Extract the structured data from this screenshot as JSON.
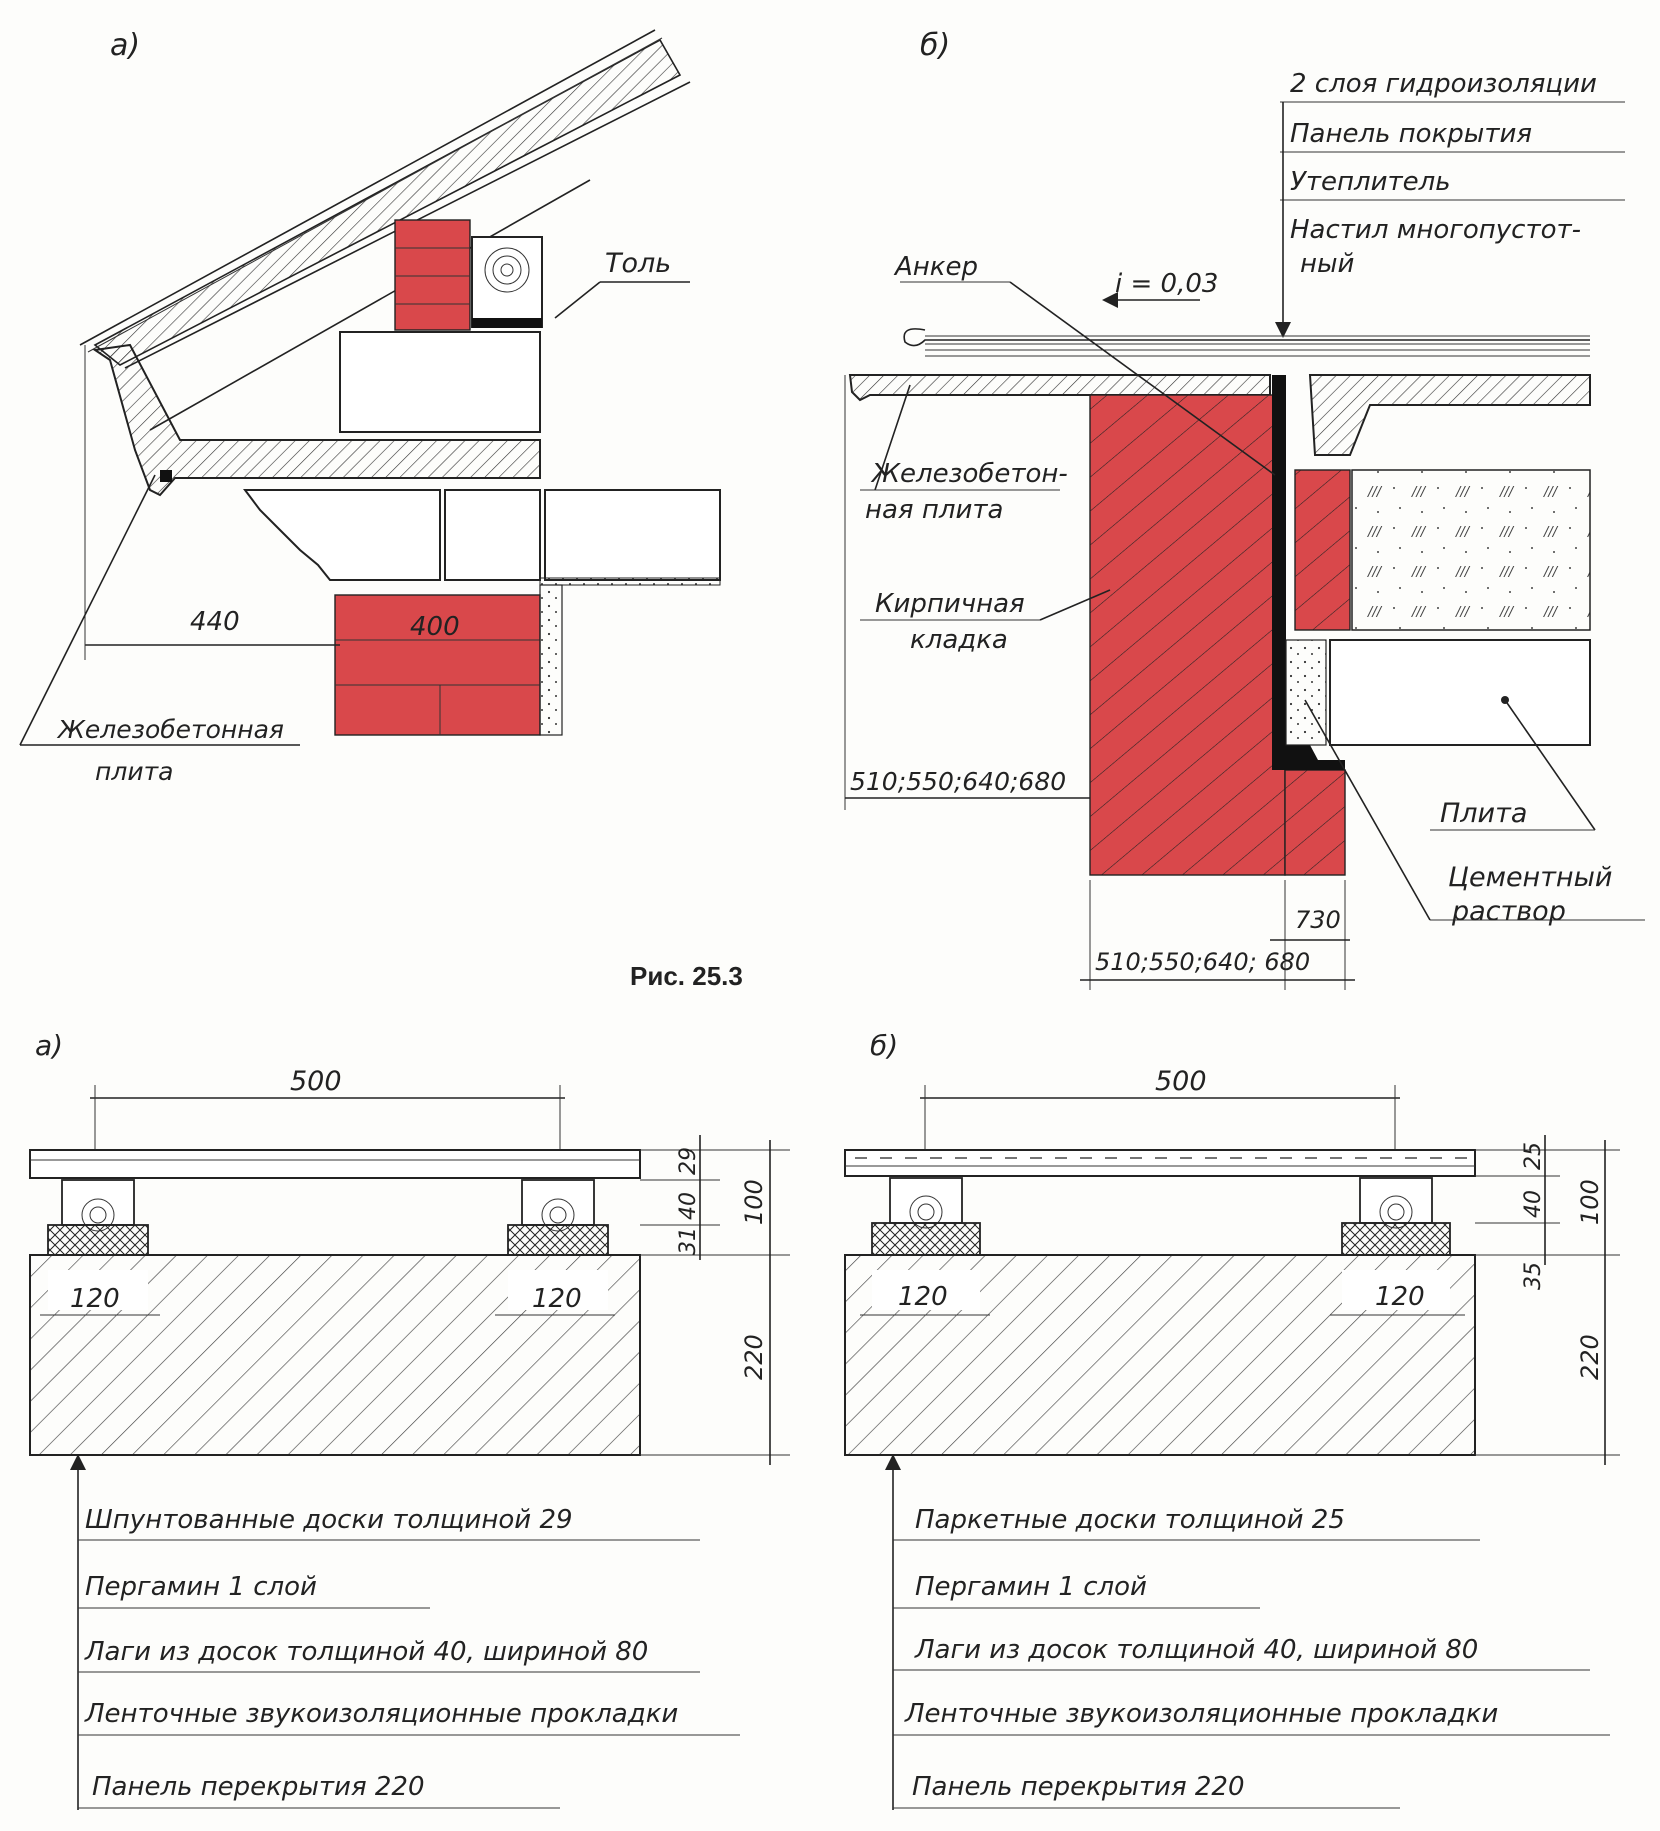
{
  "figure_caption": "Рис. 25.3",
  "top_a": {
    "panel_letter": "а)",
    "label_tol": "Толь",
    "dim_440": "440",
    "dim_400": "400",
    "label_plate_1": "Железобетонная",
    "label_plate_2": "плита"
  },
  "top_b": {
    "panel_letter": "б)",
    "stack": [
      "2 слоя гидроизоляции",
      "Панель покрытия",
      "Утеплитель",
      "Настил многопустот-",
      "ный"
    ],
    "label_anchor": "Анкер",
    "slope": "i = 0,03",
    "label_rc_1": "Железобетон-",
    "label_rc_2": "ная плита",
    "label_brick_1": "Кирпичная",
    "label_brick_2": "кладка",
    "dim_wall_left": "510;550;640;680",
    "label_plate": "Плита",
    "label_mortar_1": "Цементный",
    "label_mortar_2": "раствор",
    "dim_730": "730",
    "dim_wall_bottom": "510;550;640; 680"
  },
  "bottom_a": {
    "panel_letter": "а)",
    "dim_500": "500",
    "dim_29": "29",
    "dim_40": "40",
    "dim_31": "31",
    "dim_100": "100",
    "dim_220": "220",
    "dim_120_left": "120",
    "dim_120_right": "120",
    "layers": [
      "Шпунтованные доски толщиной 29",
      "Пергамин 1 слой",
      "Лаги из досок толщиной 40, шириной 80",
      "Ленточные звукоизоляционные прокладки",
      "Панель перекрытия 220"
    ]
  },
  "bottom_b": {
    "panel_letter": "б)",
    "dim_500": "500",
    "dim_25": "25",
    "dim_40": "40",
    "dim_35": "35",
    "dim_100": "100",
    "dim_220": "220",
    "dim_120_left": "120",
    "dim_120_right": "120",
    "layers": [
      "Паркетные доски толщиной 25",
      "Пергамин 1 слой",
      "Лаги из досок толщиной 40, шириной 80",
      "Ленточные звукоизоляционные прокладки",
      "Панель перекрытия 220"
    ]
  },
  "colors": {
    "brick": "#d9484b",
    "ink": "#222222"
  }
}
